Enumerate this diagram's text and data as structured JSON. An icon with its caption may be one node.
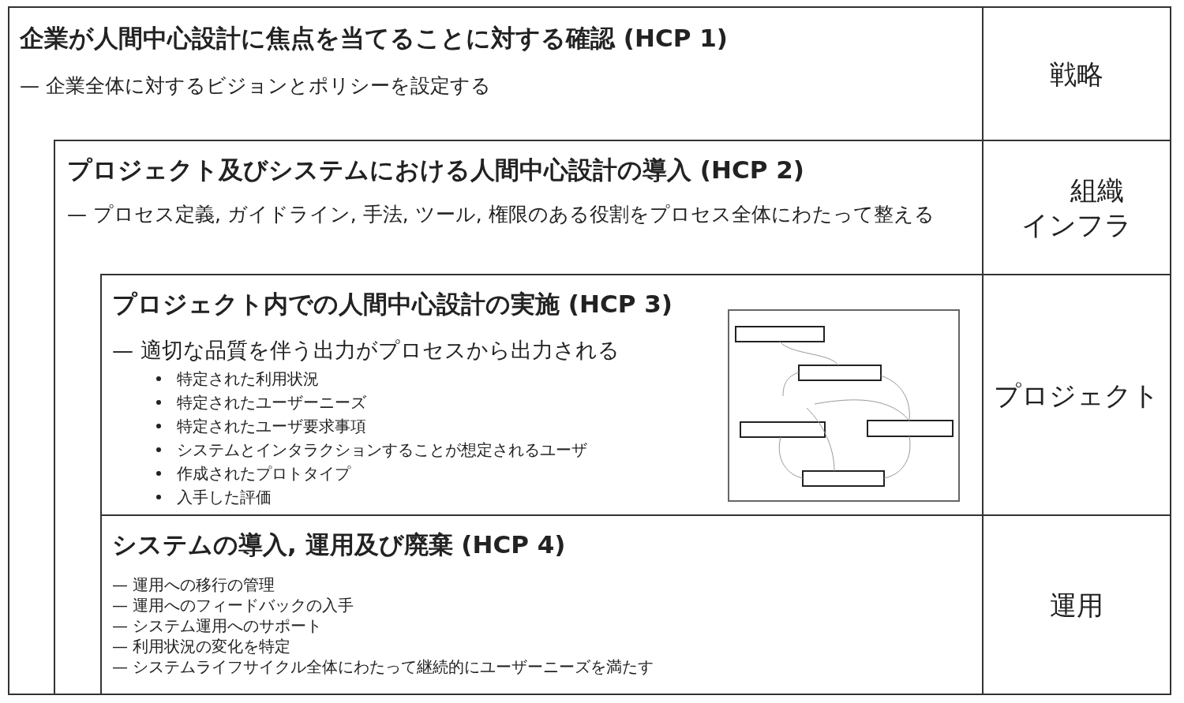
{
  "diagram": {
    "nodes": [
      {
        "text": [
          "企業が人間中心設計に焦点を当てることに対する確認 (HCP 1)",
          "— 企業全体に対するビジョンとポリシーを設定する"
        ]
      },
      {
        "text": [
          "戦略"
        ]
      },
      {
        "text": [
          "プロジェクト及びシステムにおける人間中心設計の導入 (HCP 2)",
          "— プロセス定義, ガイドライン, 手法, ツール, 権限のある役割をプロセス全体にわたって整える"
        ],
        "in": 0
      },
      {
        "text": [
          "組織インフラ"
        ]
      },
      {
        "text": [
          "プロジェクト内での人間中心設計の実施 (HCP 3)",
          "— 適切な品質を伴う出力がプロセスから出力される",
          "特定された利用状況",
          "特定されたユーザーニーズ",
          "特定されたユーザ要求事項",
          "システムとインタラクションすることが想定されるユーザ",
          "作成されたプロトタイプ",
          "入手した評価"
        ],
        "in": 2
      },
      {
        "text": [
          "プロジェクト"
        ]
      },
      {
        "text": [
          "システムの導入, 運用及び廃棄 (HCP 4)",
          "— 運用への移行の管理",
          "— 運用へのフィードバックの入手",
          "— システム運用へのサポート",
          "— 利用状況の変化を特定",
          "— システムライフサイクル全体にわたって継続的にユーザーニーズを満たす"
        ],
        "in": 2
      },
      {
        "text": [
          "運用"
        ]
      }
    ]
  }
}
